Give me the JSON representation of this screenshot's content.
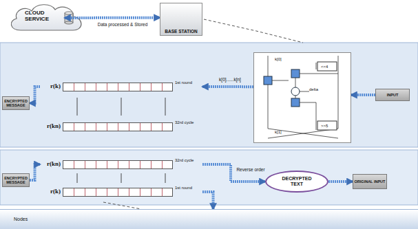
{
  "diagram": {
    "nodes": [
      {
        "text": [
          "CLOUD SERVICE"
        ]
      },
      {
        "text": [
          "BASE STATION"
        ]
      },
      {
        "text": [
          "ENCRYPTED MESSAGE"
        ]
      },
      {
        "text": [
          "r(k)",
          "1st round"
        ]
      },
      {
        "text": [
          "r(kn)",
          "32rd cycle"
        ]
      },
      {
        "text": [
          "k[0]",
          "<<4",
          "delta",
          ">>5",
          "k[1]"
        ]
      },
      {
        "text": [
          "INPUT"
        ]
      },
      {
        "text": [
          "ENCRYPTED MESSAGE"
        ]
      },
      {
        "text": [
          "r(kn)",
          "32rd cycle"
        ]
      },
      {
        "text": [
          "r(k)",
          "1st round"
        ]
      },
      {
        "text": [
          "DECRYPTED TEXT"
        ]
      },
      {
        "text": [
          "ORIGINAL INPUT"
        ]
      },
      {
        "text": [
          "Nodes"
        ]
      }
    ],
    "edges": [
      {
        "from": 0,
        "to": 1,
        "label": "Data processed & Stored",
        "arrow": "both"
      },
      {
        "from": 6,
        "to": 5,
        "arrow": "to"
      },
      {
        "from": 5,
        "to": 3,
        "label": "k[0]......k[n]",
        "arrow": "to"
      },
      {
        "from": 3,
        "to": 2,
        "arrow": "to"
      },
      {
        "from": 7,
        "to": 8,
        "arrow": "to"
      },
      {
        "from": 8,
        "to": 10,
        "label": "Reverse order",
        "arrow": "to"
      },
      {
        "from": 10,
        "to": 11,
        "arrow": "to"
      },
      {
        "from": 9,
        "to": 12,
        "arrow": "to"
      }
    ]
  }
}
